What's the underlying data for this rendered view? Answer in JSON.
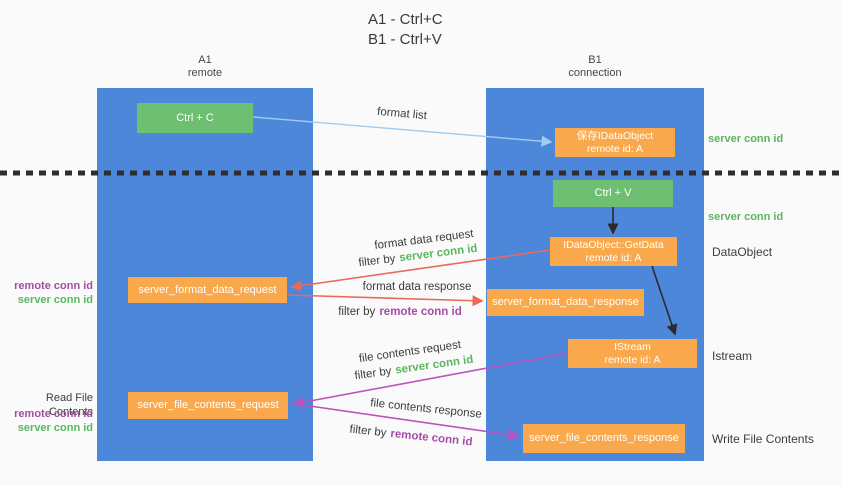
{
  "title": {
    "line1": "A1 - Ctrl+C",
    "line2": "B1 - Ctrl+V"
  },
  "columns": {
    "a": {
      "name": "A1",
      "role": "remote"
    },
    "b": {
      "name": "B1",
      "role": "connection"
    }
  },
  "nodes": {
    "ctrl_c": {
      "label": "Ctrl + C"
    },
    "ctrl_v": {
      "label": "Ctrl + V"
    },
    "save_dataobject": {
      "line1": "保存IDataObject",
      "line2": "remote id: A"
    },
    "getdata": {
      "line1": "IDataObject::GetData",
      "line2": "remote id: A"
    },
    "istream": {
      "line1": "IStream",
      "line2": "remote id: A"
    },
    "format_request": {
      "label": "server_format_data_request"
    },
    "format_response": {
      "label": "server_format_data_response"
    },
    "file_request": {
      "label": "server_file_contents_request"
    },
    "file_response": {
      "label": "server_file_contents_response"
    }
  },
  "flow_labels": {
    "format_list": "format list",
    "format_data_request": "format data request",
    "format_data_response": "format data response",
    "file_contents_request": "file contents request",
    "file_contents_response": "file contents response",
    "filter_by": "filter by",
    "server_conn_id": "server conn id",
    "remote_conn_id": "remote conn id"
  },
  "side_labels": {
    "server_conn_id_top": "server conn id",
    "server_conn_id_mid": "server conn id",
    "dataobject": "DataObject",
    "istream": "Istream",
    "write_file_contents": "Write File Contents",
    "read_file_contents": "Read File Contents",
    "remote_conn_id_1": "remote conn id",
    "server_conn_id_1": "server conn id",
    "remote_conn_id_2": "remote conn id",
    "server_conn_id_2": "server conn id"
  },
  "colors": {
    "background": "#fafafa",
    "column_blue": "#4C87D9",
    "box_green": "#6FBF72",
    "box_orange": "#F9A84B",
    "green_text": "#5CB55F",
    "purple_text": "#A54DA5",
    "arrow_salmon": "#E96A5C",
    "arrow_magenta": "#BC52BC",
    "arrow_lightblue": "#A3CCEF",
    "arrow_black": "#2B2B2B"
  }
}
